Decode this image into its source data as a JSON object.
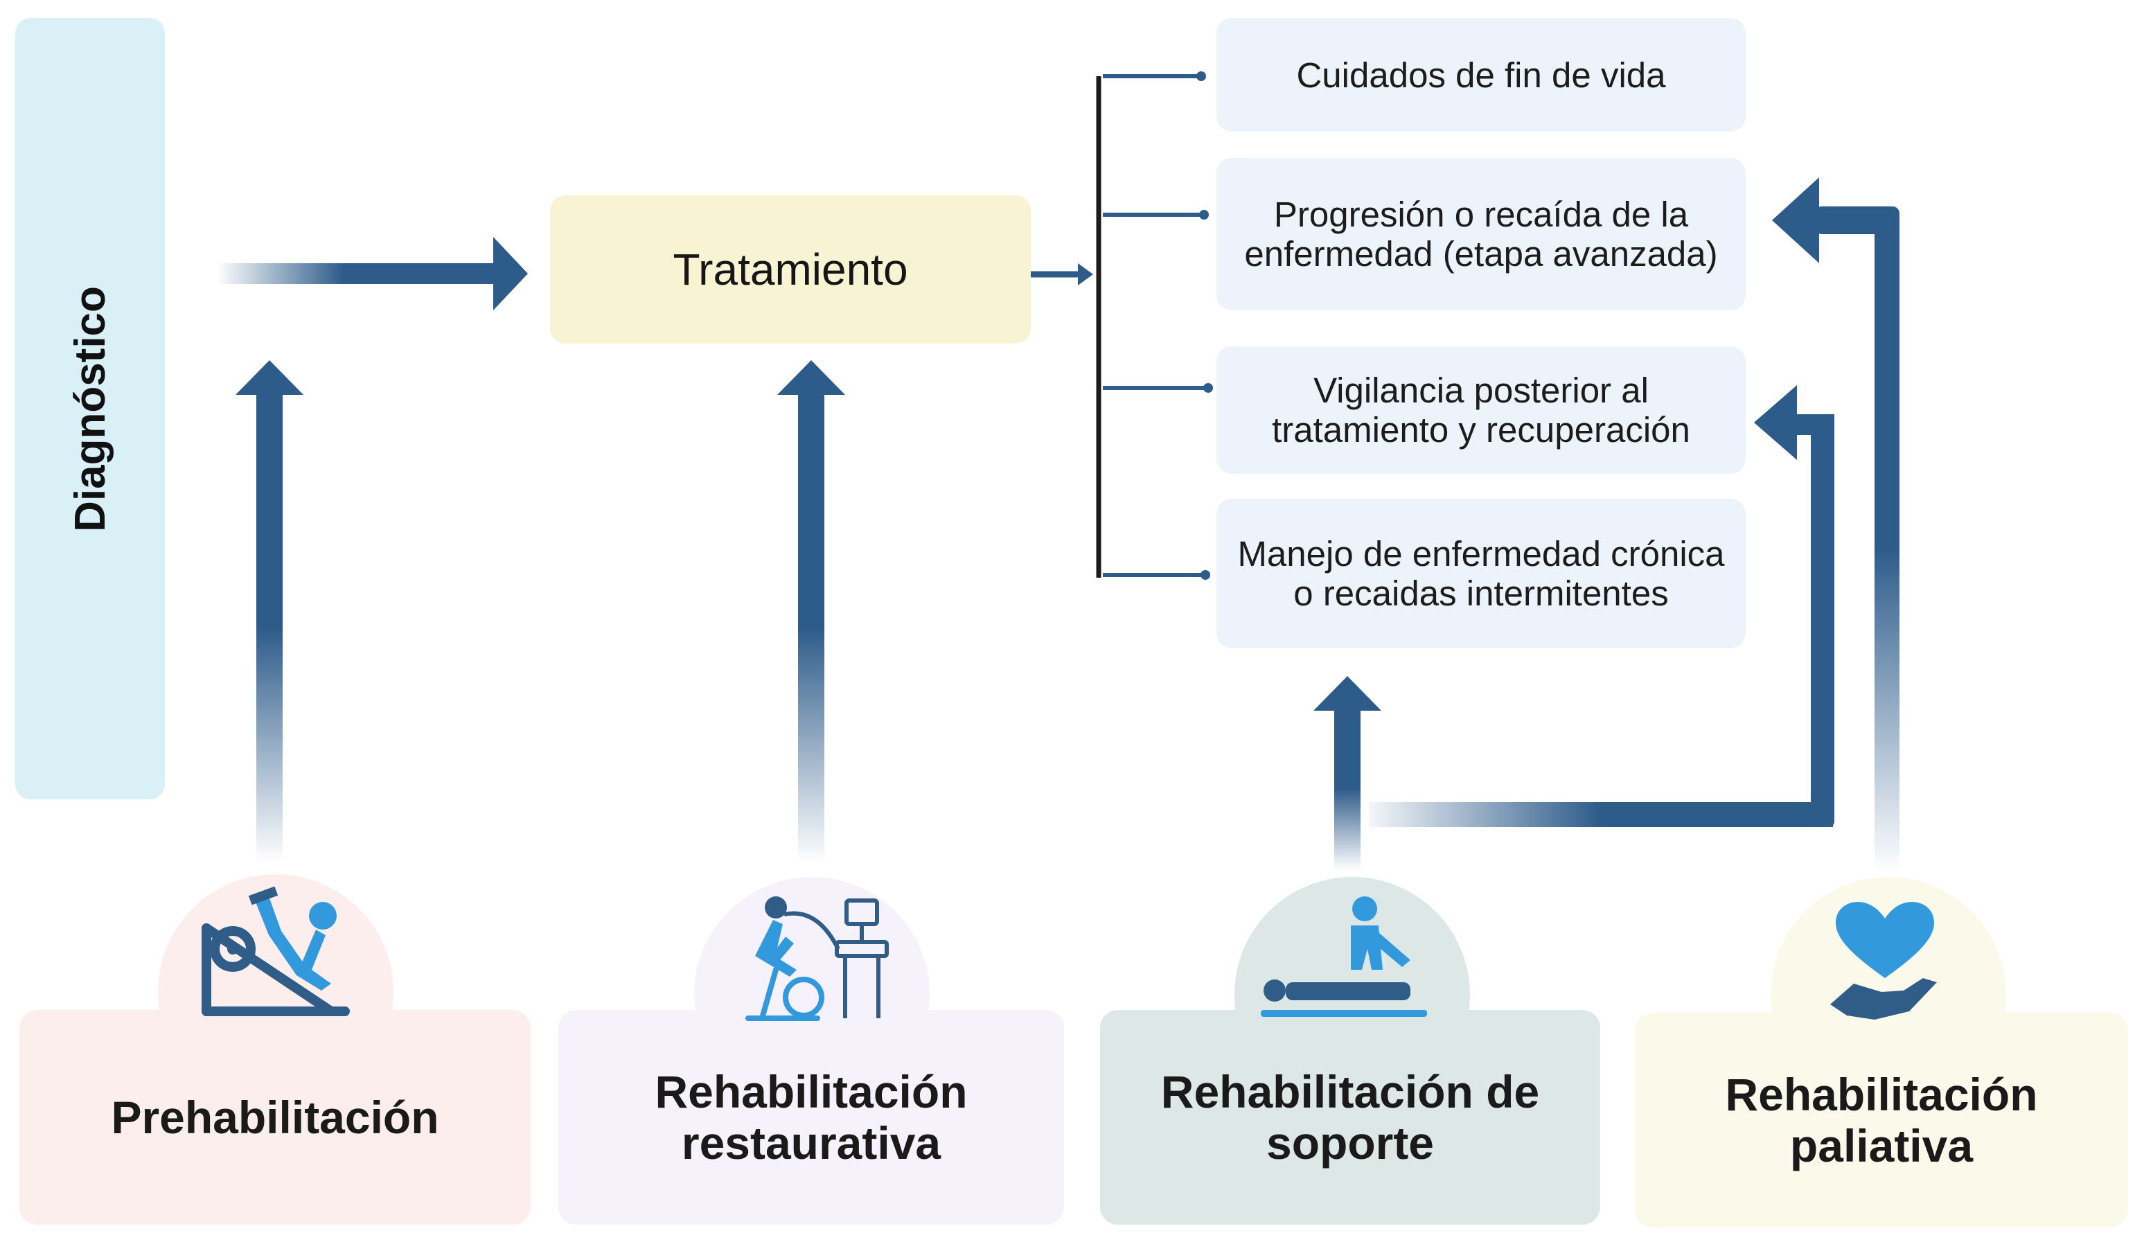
{
  "diagnostico": "Diagnóstico",
  "tratamiento": "Tratamiento",
  "outcomes": [
    "Cuidados de fin de vida",
    "Progresión o recaída de la enfermedad (etapa avanzada)",
    "Vigilancia posterior al tratamiento y recuperación",
    "Manejo de enfermedad crónica o recaidas intermitentes"
  ],
  "cards": {
    "prehab": "Prehabilitación",
    "restaurativa": "Rehabilitación restaurativa",
    "soporte": "Rehabilitación de soporte",
    "paliativa": "Rehabilitación paliativa"
  },
  "colors": {
    "arrow": "#2d5b8a",
    "icon": "#2f5d87",
    "icon_accent": "#3399dd",
    "diagnostico_bg": "#d9f0f7",
    "tratamiento_bg": "#f8f3d3",
    "outcome_bg": "#ecf3fa",
    "prehab_bg": "#fdeeee",
    "restaurativa_bg": "#f5f2fc",
    "soporte_bg": "#dde8e6",
    "paliativa_bg": "#fbfaea"
  },
  "icons": [
    "leg-press-exercise-icon",
    "stationary-bike-monitor-icon",
    "physiotherapist-patient-icon",
    "heart-in-hand-icon"
  ]
}
